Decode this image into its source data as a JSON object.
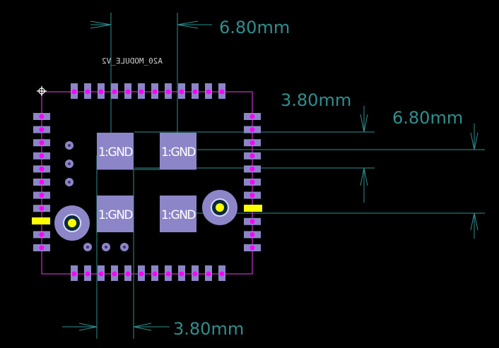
{
  "colors": {
    "background": "#000000",
    "dimension": "#2e8f8f",
    "outline": "#c832c8",
    "pad": "#8c86c8",
    "via": "#ff00ff",
    "yellow_pad": "#ffff00",
    "silkscreen": "#cfcfcf",
    "label": "#ffffff"
  },
  "component": {
    "silkscreen_label": "A20_MODULE_V2",
    "silkscreen_mirrored": true
  },
  "pads": {
    "gnd_label": "1:GND",
    "gnd_pad_count": 4,
    "top_edge_pad_count": 12,
    "bottom_edge_pad_count": 12,
    "left_edge_pad_count": 11,
    "right_edge_pad_count": 11,
    "mounting_holes": 2
  },
  "dimensions": {
    "top_horizontal": "6.80mm",
    "right_vertical_small": "3.80mm",
    "right_vertical_large": "6.80mm",
    "bottom_horizontal": "3.80mm"
  },
  "icons": {
    "origin_marker": "crosshair-circle-icon"
  }
}
